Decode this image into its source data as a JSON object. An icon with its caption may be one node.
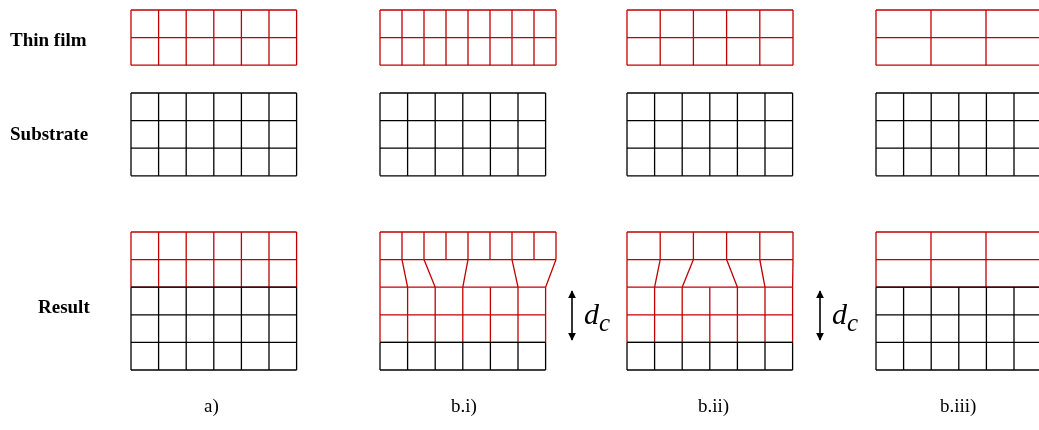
{
  "diagram": {
    "labels": [
      "Thin film",
      "Substrate",
      "Result",
      "d$_{c}$",
      "d$_{c}$",
      "a)",
      "b.i)",
      "b.ii)",
      "b.iii)"
    ]
  }
}
